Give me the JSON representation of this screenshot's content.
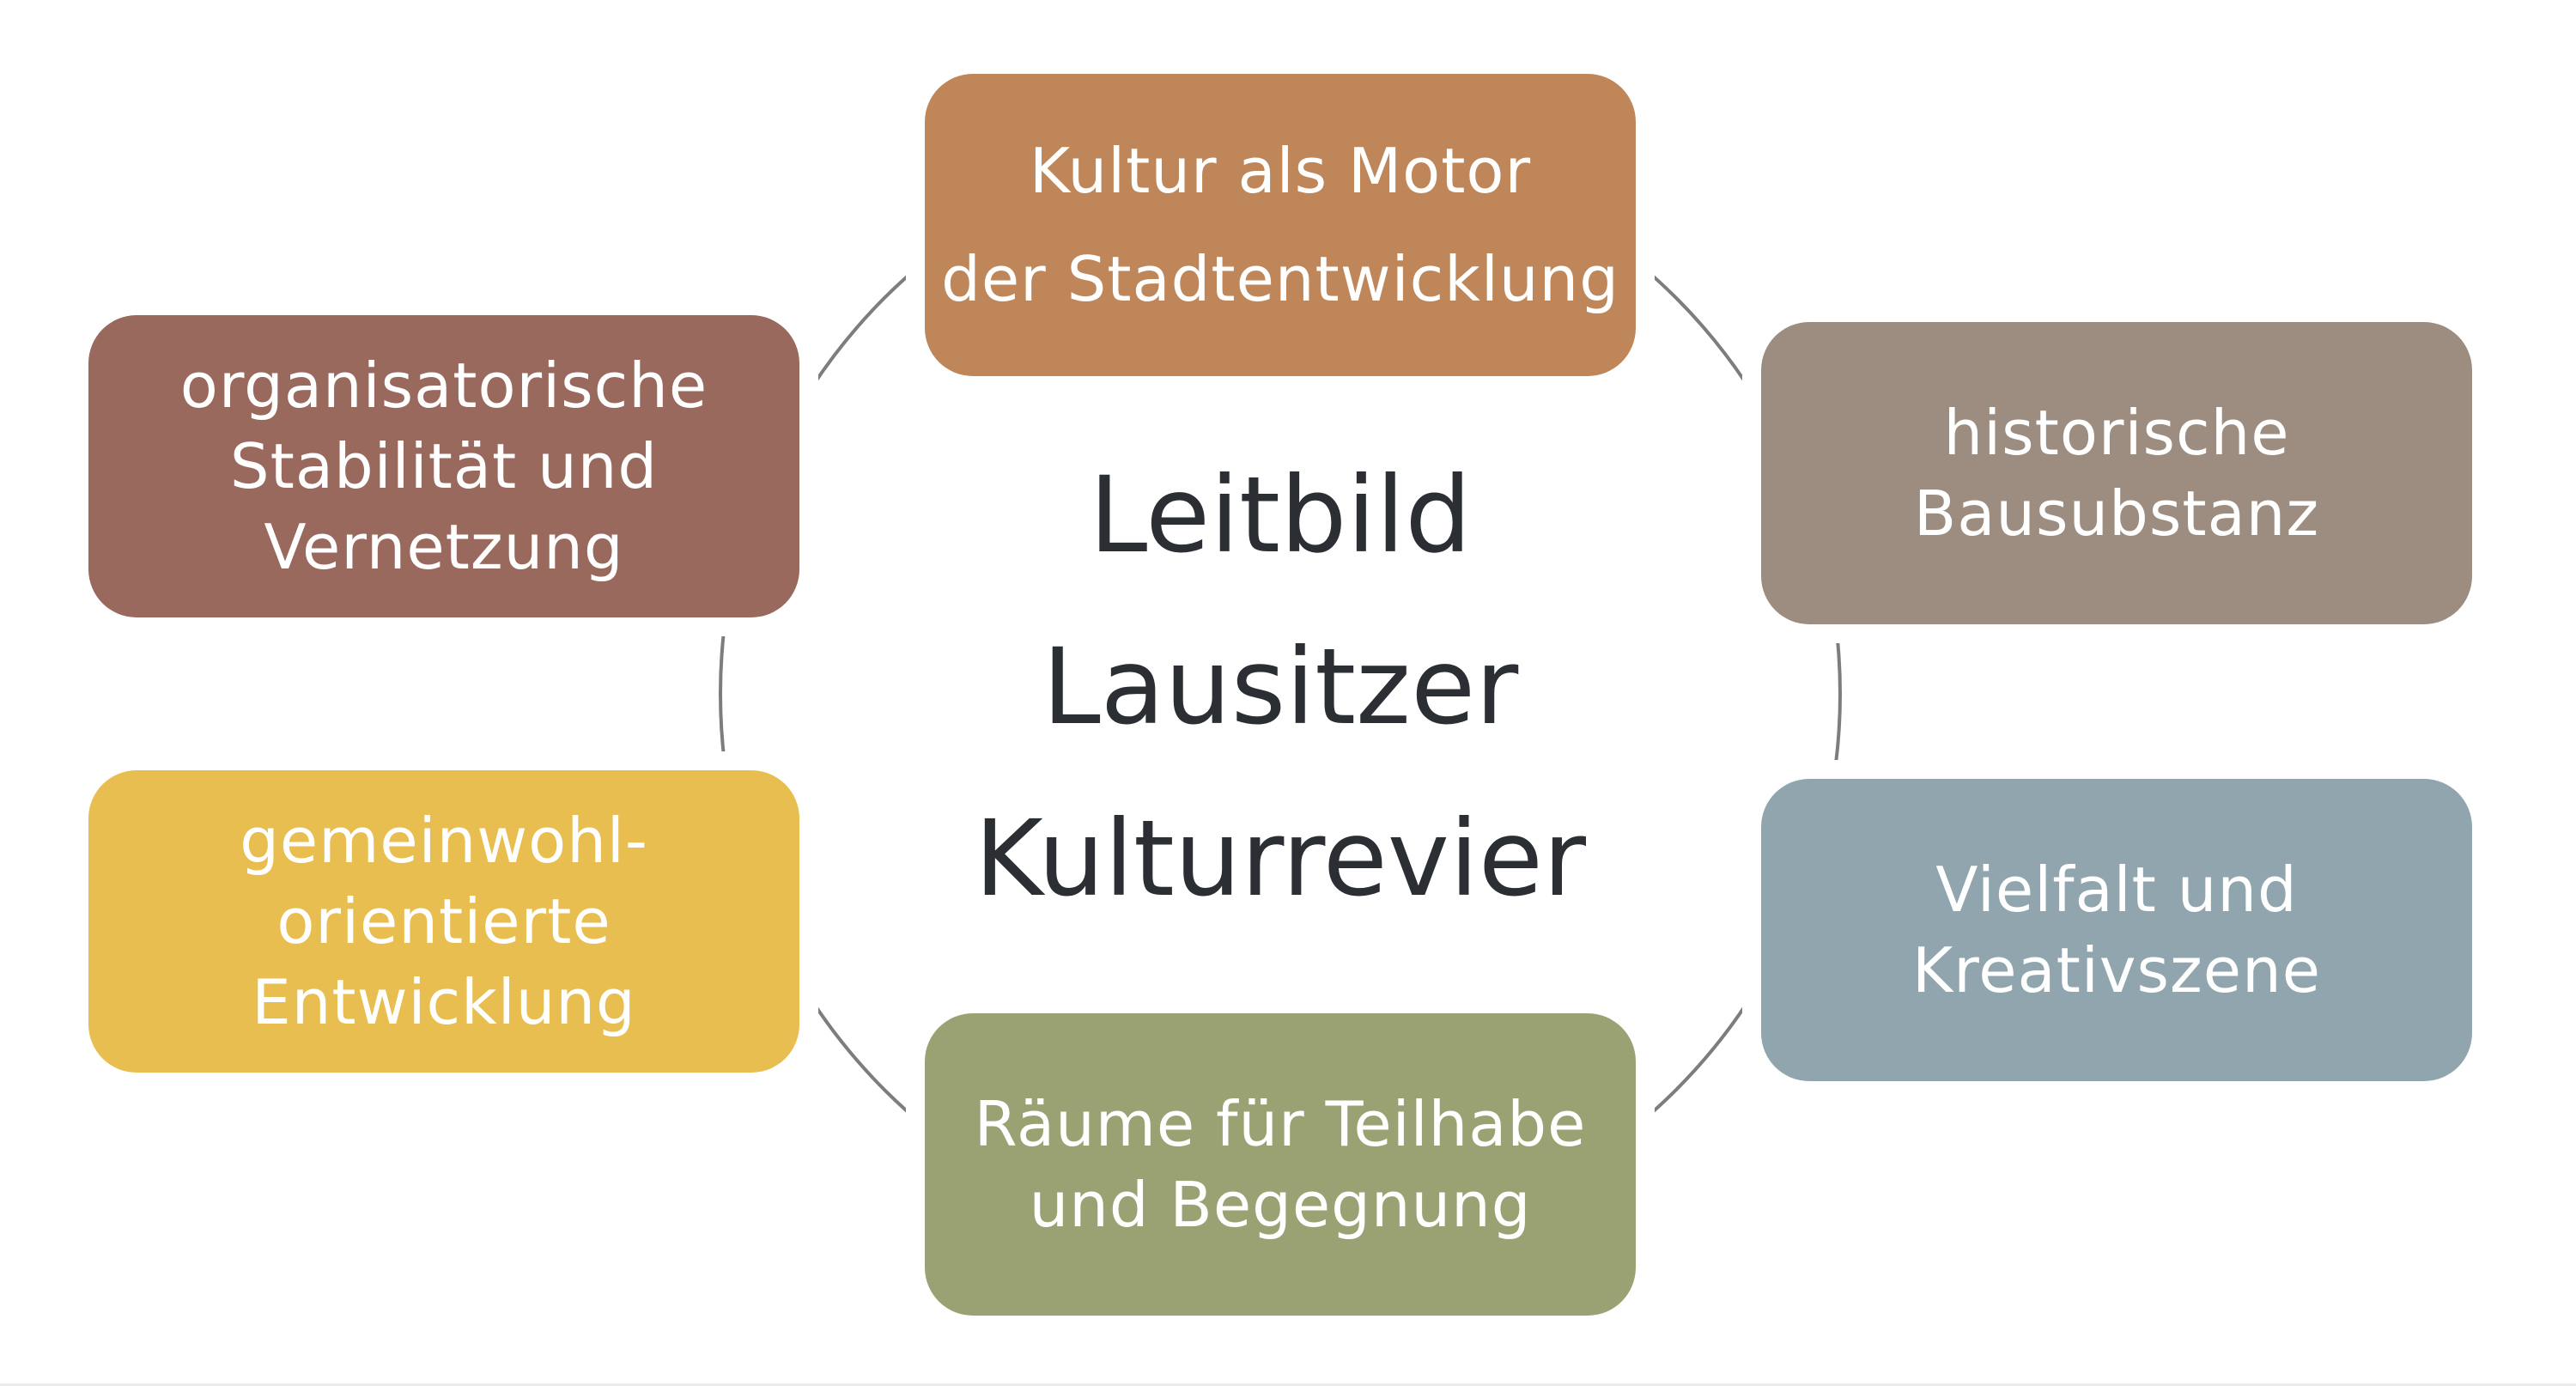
{
  "center": {
    "lines": [
      "Leitbild",
      "Lausitzer",
      "Kulturrevier"
    ]
  },
  "nodes": [
    {
      "id": "top",
      "lines": [
        "Kultur als Motor",
        "der Stadtentwicklung"
      ],
      "color": "#be8659"
    },
    {
      "id": "top-right",
      "lines": [
        "historische",
        "Bausubstanz"
      ],
      "color": "#9d8d80"
    },
    {
      "id": "bottom-right",
      "lines": [
        "Vielfalt und",
        "Kreativszene"
      ],
      "color": "#90a5ae"
    },
    {
      "id": "bottom",
      "lines": [
        "Räume für Teilhabe",
        "und Begegnung"
      ],
      "color": "#9aa273"
    },
    {
      "id": "bottom-left",
      "lines": [
        "gemeinwohl-",
        "orientierte",
        "Entwicklung"
      ],
      "color": "#e9be50"
    },
    {
      "id": "top-left",
      "lines": [
        "organisatorische",
        "Stabilität und",
        "Vernetzung"
      ],
      "color": "#98695c"
    }
  ],
  "colors": {
    "ring": "#7d7d7d",
    "text": "#2b2e33"
  }
}
